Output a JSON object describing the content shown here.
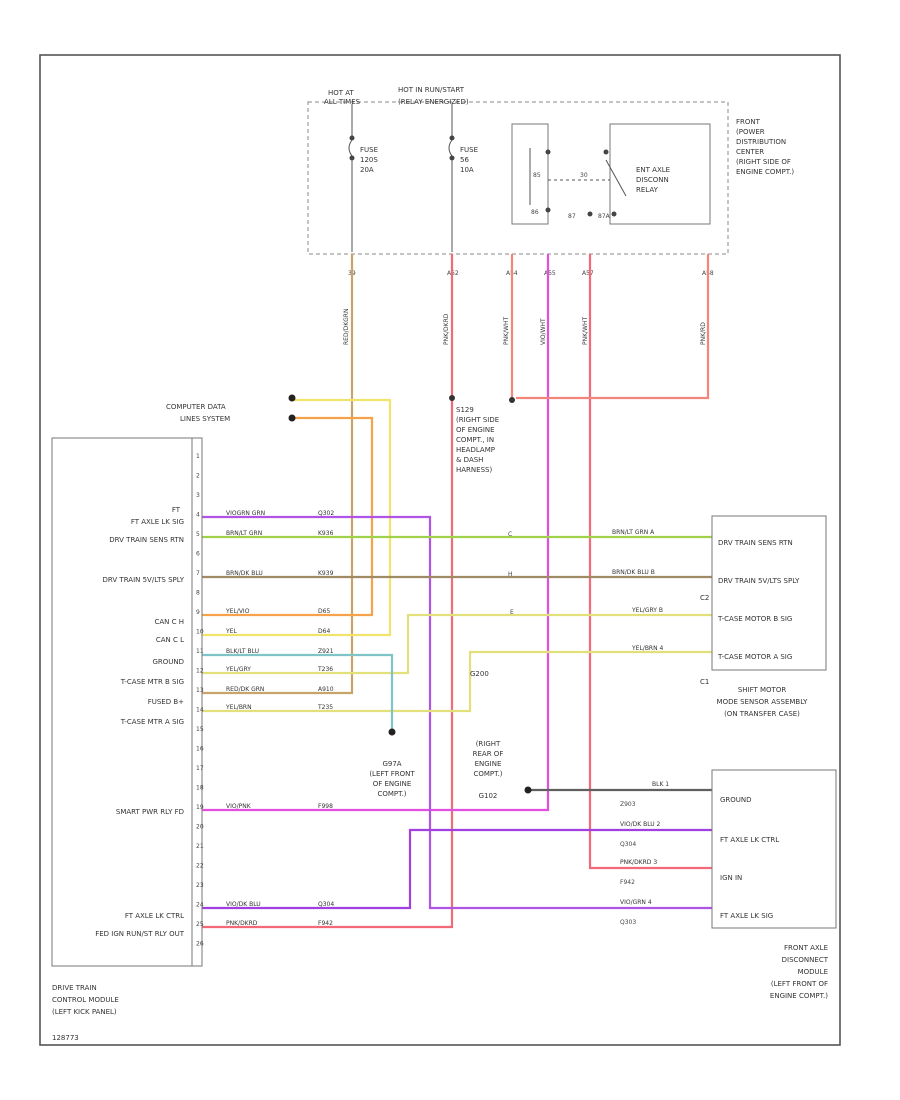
{
  "code": "128773",
  "hot_at_all_times": [
    "HOT AT",
    "ALL TIMES"
  ],
  "hot_run_start": [
    "HOT IN RUN/START",
    "(RELAY ENERGIZED)"
  ],
  "fuse_a": [
    "FUSE",
    "120S",
    "20A"
  ],
  "fuse_b": [
    "FUSE",
    "56",
    "10A"
  ],
  "relay_pins": [
    "85",
    "30",
    "86",
    "87",
    "87A"
  ],
  "relay_name": [
    "ENT AXLE",
    "DISCONN",
    "RELAY"
  ],
  "fpdc": [
    "FRONT",
    "(POWER",
    "DISTRIBUTION",
    "CENTER",
    "(RIGHT SIDE OF",
    "ENGINE COMPT.)"
  ],
  "fpdc_connector_pins": [
    "39",
    "A52",
    "A54",
    "A55",
    "A57",
    "A58"
  ],
  "fpdc_wire_labels": [
    "RED/DKGRN",
    "PNK/DKRD",
    "PNK/WHT",
    "VIO/WHT",
    "PNK/WHT",
    "PNK/RD"
  ],
  "computer_data": [
    "COMPUTER DATA",
    "LINES SYSTEM"
  ],
  "splice_s129": [
    "S129",
    "(RIGHT SIDE",
    "OF ENGINE",
    "COMPT., IN",
    "HEADLAMP",
    "& DASH",
    "HARNESS)"
  ],
  "dtcm_pins": [
    "1",
    "2",
    "3",
    "4",
    "5",
    "6",
    "7",
    "8",
    "9",
    "10",
    "11",
    "12",
    "13",
    "14",
    "15",
    "16",
    "17",
    "18",
    "19",
    "20",
    "21",
    "22",
    "23",
    "24",
    "25",
    "26"
  ],
  "dtcm_pin_labels": [
    "FT AXLE LK SIG",
    "DRV TRAIN SENS RTN",
    "DRV TRAIN 5V/LTS SPLY",
    "CAN C H",
    "CAN C L",
    "GROUND",
    "T-CASE MTR B SIG",
    "FUSED B+",
    "T-CASE MTR A SIG",
    "SMART PWR RLY FD",
    "FT AXLE LK CTRL",
    "FED IGN RUN/ST RLY OUT"
  ],
  "dtcm_wire_colors": [
    "VIOGRN GRN",
    "BRN/LT GRN",
    "BRN/DK BLU",
    "YEL/VIO",
    "YEL",
    "BLK/LT BLU",
    "YEL/GRY",
    "RED/DK GRN",
    "YEL/BRN",
    "VIO/PNK",
    "VIO/DK BLU",
    "PNK/DKRD"
  ],
  "dtcm_circuits": [
    "Q302",
    "K936",
    "K939",
    "D65",
    "D64",
    "Z921",
    "T236",
    "A910",
    "T235",
    "F998",
    "Q304",
    "F942"
  ],
  "dtcm_name": [
    "DRIVE TRAIN",
    "CONTROL MODULE",
    "(LEFT KICK PANEL)"
  ],
  "shift_conn_pins": [
    "C",
    "H",
    "E"
  ],
  "shift_wire_labels": [
    "BRN/LT GRN A",
    "BRN/DK BLU B",
    "YEL/GRY B",
    "YEL/BRN 4"
  ],
  "shift_pin_labels": [
    "DRV TRAIN SENS RTN",
    "DRV TRAIN 5V/LTS SPLY",
    "C2",
    "T-CASE MOTOR B SIG",
    "T-CASE MOTOR A SIG",
    "C1"
  ],
  "shift_name": [
    "SHIFT MOTOR",
    "MODE SENSOR ASSEMBLY",
    "(ON TRANSFER CASE)"
  ],
  "g211_label": "G200",
  "g_left": [
    "G97A",
    "(LEFT FRONT",
    "OF ENGINE",
    "COMPT.)"
  ],
  "g_right": [
    "(RIGHT",
    "REAR OF",
    "ENGINE",
    "COMPT.)",
    "G102"
  ],
  "fad_wire_labels": [
    "BLK 1",
    "VIO/DK BLU 2",
    "PNK/DKRD 3",
    "VIO/GRN 4"
  ],
  "fad_circuits": [
    "Z903",
    "Q304",
    "F942",
    "Q303"
  ],
  "fad_pin_labels": [
    "GROUND",
    "FT AXLE LK CTRL",
    "IGN IN",
    "FT AXLE LK SIG"
  ],
  "fad_name": [
    "FRONT AXLE",
    "DISCONNECT",
    "MODULE",
    "(LEFT FRONT OF",
    "ENGINE COMPT.)"
  ],
  "colors": {
    "tan": "#c8a46a",
    "pink_red": "#f26a78",
    "salmon": "#f4857a",
    "magenta": "#e24fe0",
    "yellow": "#f2e46a",
    "orange": "#f6a24a",
    "green": "#9fd14a",
    "brown": "#a08a64",
    "teal": "#7fc4c8",
    "olive_yellow": "#e1e07a",
    "violet": "#b054e6",
    "gray": "#606060"
  }
}
